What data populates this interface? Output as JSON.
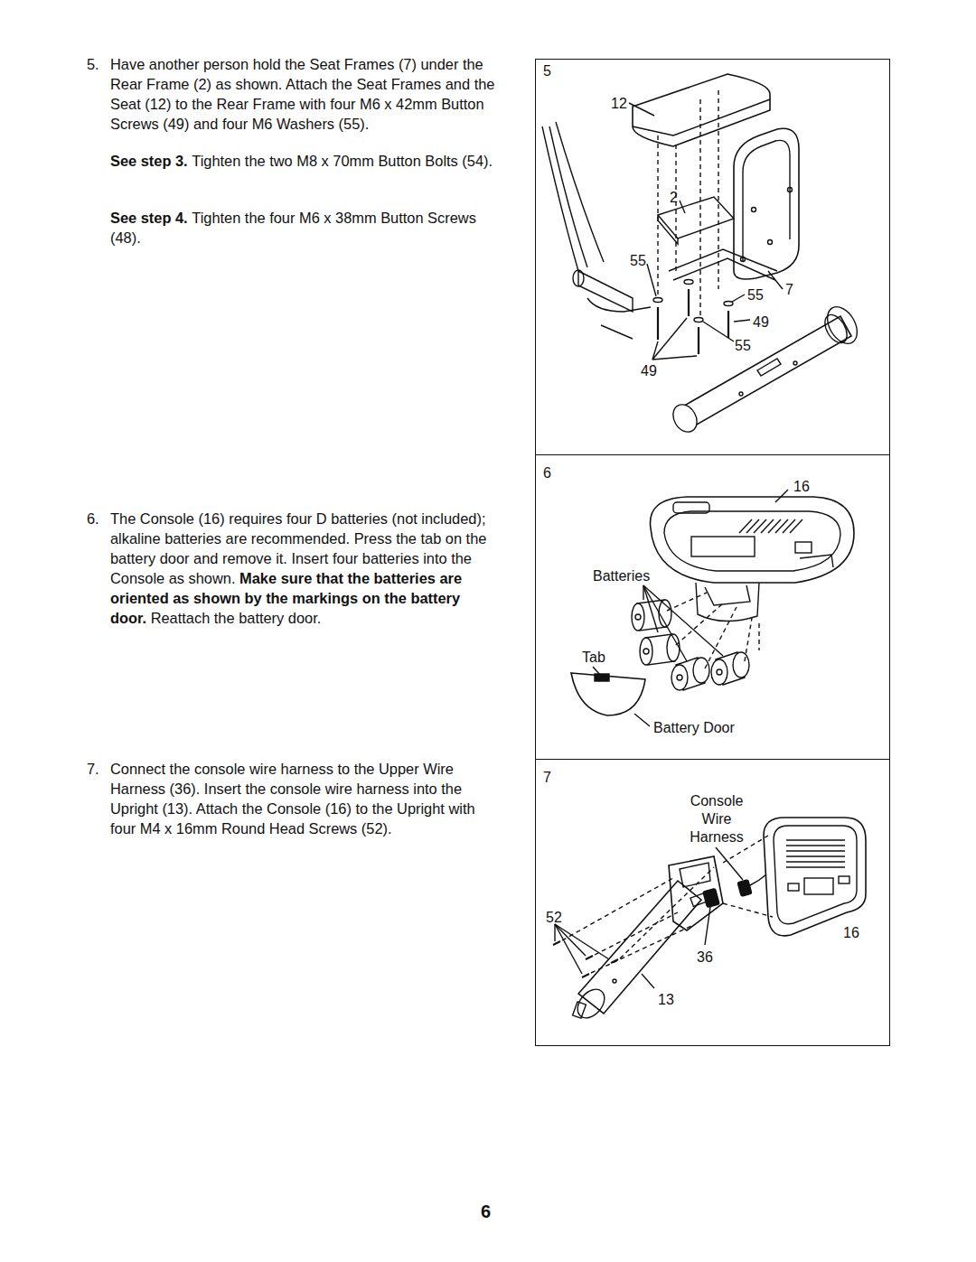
{
  "diagram": {
    "nodes": [
      {
        "text": [
          "5",
          "12",
          "2",
          "55",
          "55",
          "7",
          "49",
          "55",
          "49"
        ]
      },
      {
        "text": [
          "6",
          "16",
          "Batteries",
          "Tab",
          "Battery Door"
        ]
      },
      {
        "text": [
          "7",
          "Console Wire Harness",
          "52",
          "16",
          "36",
          "13"
        ]
      }
    ],
    "labels": [
      "5.",
      "Have another person hold the Seat Frames (7) under the Rear Frame (2) as shown. Attach the Seat Frames and the Seat (12) to the Rear Frame with four M6 x 42mm Button Screws (49) and four M6 Washers (55).",
      "See step 3.",
      "Tighten the two M8 x 70mm Button Bolts (54).",
      "See step 4.",
      "Tighten the four M6 x 38mm Button Screws (48).",
      "6.",
      "The Console (16) requires four D batteries (not included); alkaline batteries are recommended. Press the tab on the battery door and remove it. Insert four batteries into the Console as shown.",
      "Make sure that the batteries are oriented as shown by the markings on the battery door.",
      "Reattach the battery door.",
      "7.",
      "Connect the console wire harness to the Upper Wire Harness (36). Insert the console wire harness into the Upright (13). Attach the Console (16) to the Upright with four M4 x 16mm Round Head Screws (52).",
      "6"
    ]
  }
}
